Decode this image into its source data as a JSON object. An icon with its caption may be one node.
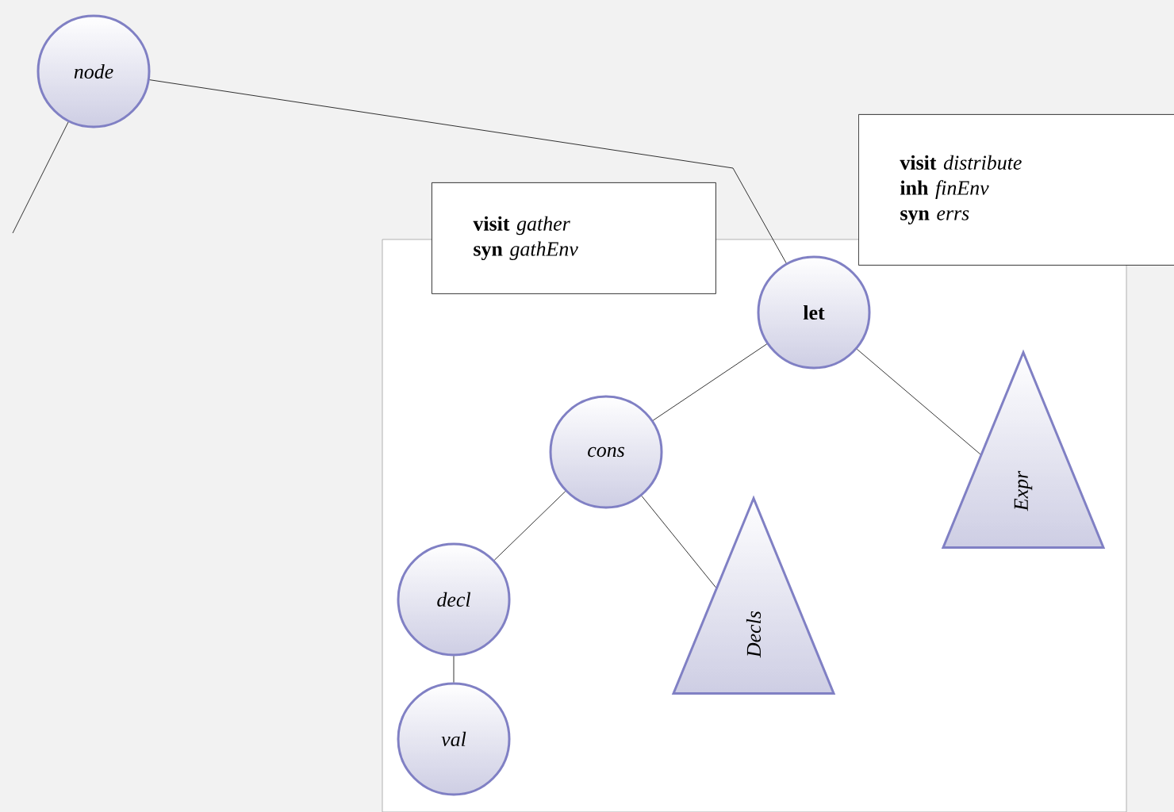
{
  "diagram": {
    "nodes": [
      {
        "text": [
          "node"
        ]
      },
      {
        "text": [
          "let"
        ]
      },
      {
        "text": [
          "cons"
        ]
      },
      {
        "text": [
          "decl"
        ]
      },
      {
        "text": [
          "val"
        ]
      },
      {
        "text": [
          "Decls"
        ]
      },
      {
        "text": [
          "Expr"
        ]
      },
      {
        "text": [
          "**visit** *gather*",
          "**syn** *gathEnv*"
        ]
      },
      {
        "text": [
          "**visit** *distribute*",
          "**inh** *finEnv*",
          "**syn** *errs*"
        ]
      }
    ],
    "edges": [
      {
        "from": 0,
        "to": null,
        "arrow": "none"
      },
      {
        "from": 0,
        "to": 1,
        "arrow": "none"
      },
      {
        "from": 1,
        "to": 2,
        "arrow": "none"
      },
      {
        "from": 1,
        "to": 6,
        "arrow": "none"
      },
      {
        "from": 2,
        "to": 3,
        "arrow": "none"
      },
      {
        "from": 2,
        "to": 5,
        "arrow": "none"
      },
      {
        "from": 3,
        "to": 4,
        "arrow": "none"
      }
    ]
  }
}
